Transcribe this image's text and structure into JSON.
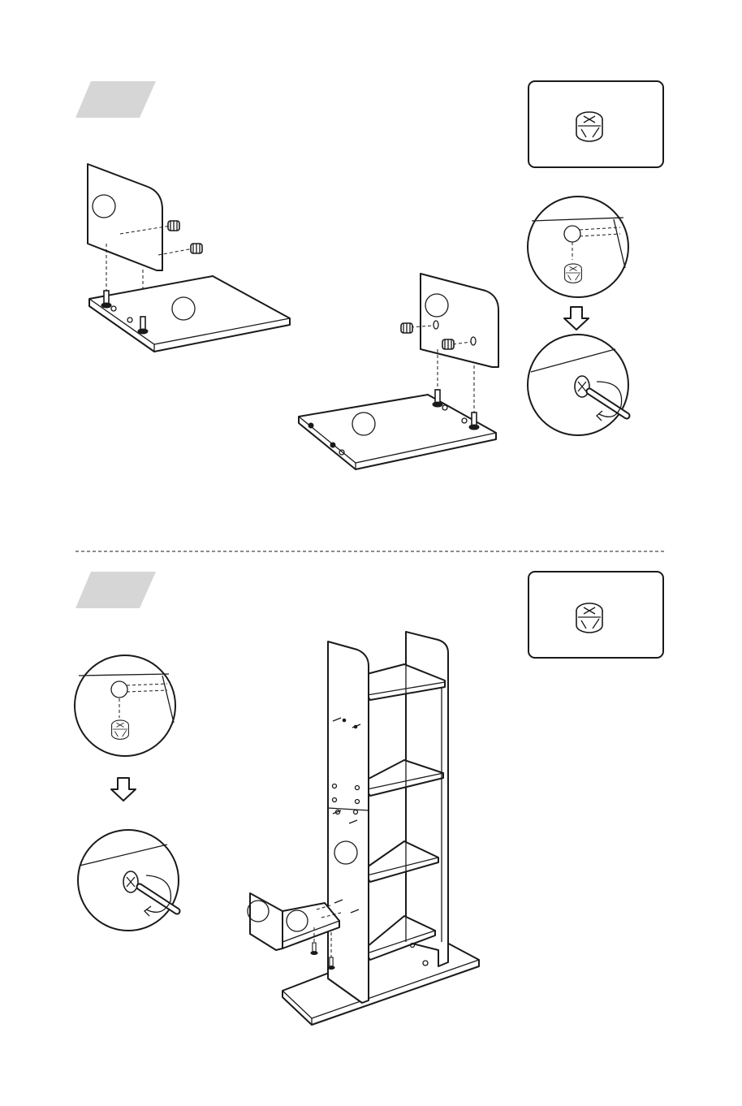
{
  "colors": {
    "line": "#1a1a1a",
    "step_tab": "#d6d6d6",
    "background": "#ffffff"
  },
  "steps": [
    {
      "name": "step-1",
      "hardware_icon": "cam-lock-icon",
      "detail": [
        "cam-lock-insert-detail",
        "down-arrow-icon",
        "cam-lock-tighten-detail"
      ]
    },
    {
      "name": "step-2",
      "hardware_icon": "cam-lock-icon",
      "detail": [
        "cam-lock-insert-detail",
        "down-arrow-icon",
        "cam-lock-tighten-detail"
      ]
    }
  ]
}
